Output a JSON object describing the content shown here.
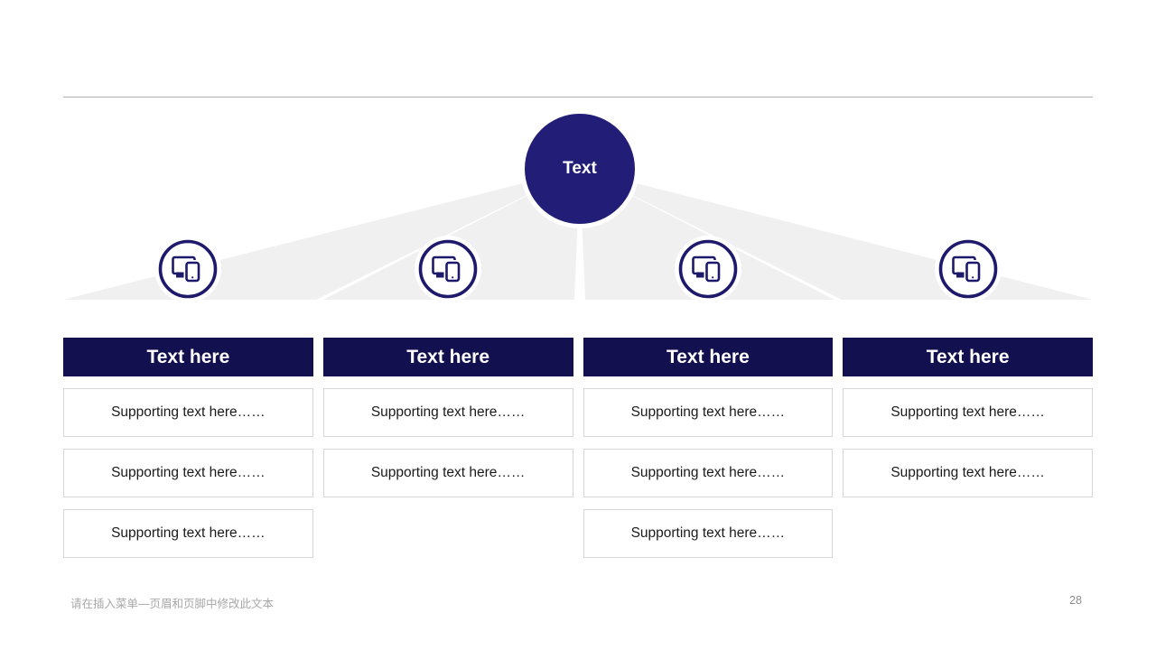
{
  "slide": {
    "root_node_label": "Text",
    "columns": [
      {
        "header": "Text here",
        "items": [
          "Supporting text here……",
          "Supporting text here……",
          "Supporting text here……"
        ]
      },
      {
        "header": "Text here",
        "items": [
          "Supporting text here……",
          "Supporting text here……"
        ]
      },
      {
        "header": "Text here",
        "items": [
          "Supporting text here……",
          "Supporting text here……",
          "Supporting text here……"
        ]
      },
      {
        "header": "Text here",
        "items": [
          "Supporting text here……",
          "Supporting text here……"
        ]
      }
    ],
    "icon_name": "devices-icon",
    "footer": {
      "note": "请在插入菜单—页眉和页脚中修改此文本",
      "page_number": "28"
    },
    "colors": {
      "header_navy": "#13104F",
      "circle_navy": "#221E78",
      "icon_navy": "#1d196b",
      "ray_gray": "#F0F0F0",
      "box_border": "#D6D6D6",
      "footer_gray": "#A8A8A8",
      "rule_gray": "#B0B0B0"
    }
  }
}
